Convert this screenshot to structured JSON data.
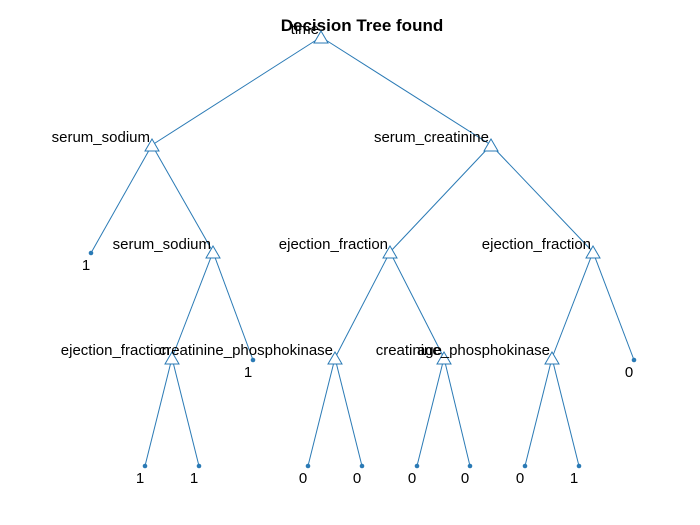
{
  "title": "Decision Tree found",
  "colors": {
    "branch": "#2a7ab5",
    "node": "#2a7ab5",
    "text": "#000000"
  },
  "tree": {
    "label": "time",
    "children": [
      {
        "label": "serum_sodium",
        "children": [
          {
            "leaf": "1"
          },
          {
            "label": "serum_sodium",
            "children": [
              {
                "label": "ejection_fraction",
                "children": [
                  {
                    "leaf": "1"
                  },
                  {
                    "leaf": "1"
                  }
                ]
              },
              {
                "leaf": "1"
              }
            ]
          }
        ]
      },
      {
        "label": "serum_creatinine",
        "children": [
          {
            "label": "ejection_fraction",
            "children": [
              {
                "label": "creatinine_phosphokinase",
                "children": [
                  {
                    "leaf": "0"
                  },
                  {
                    "leaf": "0"
                  }
                ]
              },
              {
                "label": "age",
                "children": [
                  {
                    "leaf": "0"
                  },
                  {
                    "leaf": "0"
                  }
                ]
              }
            ]
          },
          {
            "label": "ejection_fraction",
            "children": [
              {
                "label": "creatinine_phosphokinase",
                "children": [
                  {
                    "leaf": "0"
                  },
                  {
                    "leaf": "1"
                  }
                ]
              },
              {
                "leaf": "0"
              }
            ]
          }
        ]
      }
    ]
  }
}
